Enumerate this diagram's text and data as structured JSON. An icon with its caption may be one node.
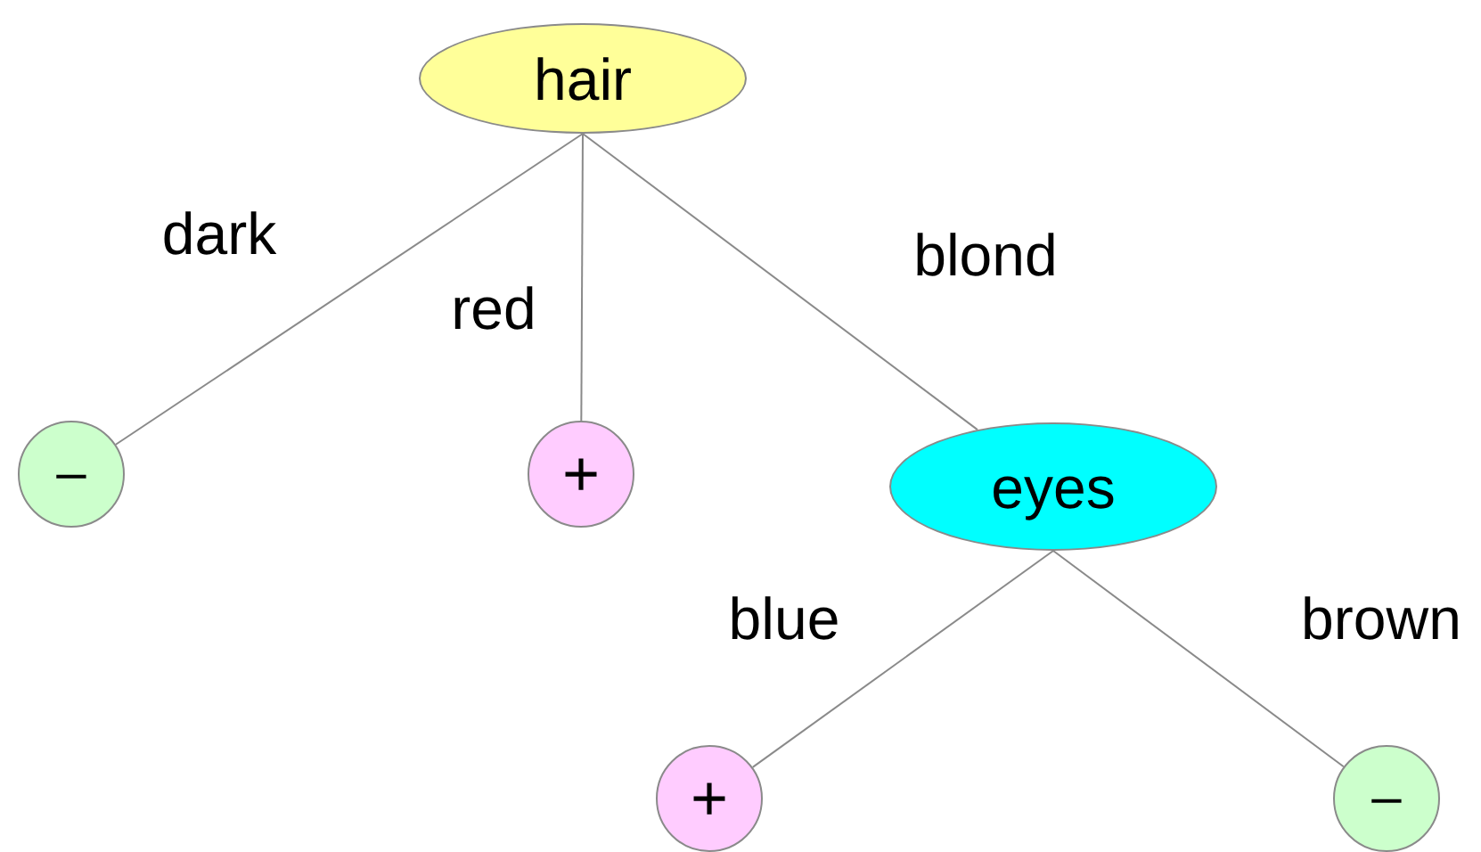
{
  "diagram": {
    "nodes": [
      {
        "text": [
          "hair"
        ]
      },
      {
        "text": [
          "–"
        ]
      },
      {
        "text": [
          "+"
        ]
      },
      {
        "text": [
          "eyes"
        ]
      },
      {
        "text": [
          "+"
        ]
      },
      {
        "text": [
          "–"
        ]
      }
    ],
    "edges": [
      {
        "from": 0,
        "to": 1,
        "arrow": "none",
        "label": "dark"
      },
      {
        "from": 0,
        "to": 2,
        "arrow": "none",
        "label": "red"
      },
      {
        "from": 0,
        "to": 3,
        "arrow": "none",
        "label": "blond"
      },
      {
        "from": 3,
        "to": 4,
        "arrow": "none",
        "label": "blue"
      },
      {
        "from": 3,
        "to": 5,
        "arrow": "none",
        "label": "brown"
      }
    ]
  }
}
